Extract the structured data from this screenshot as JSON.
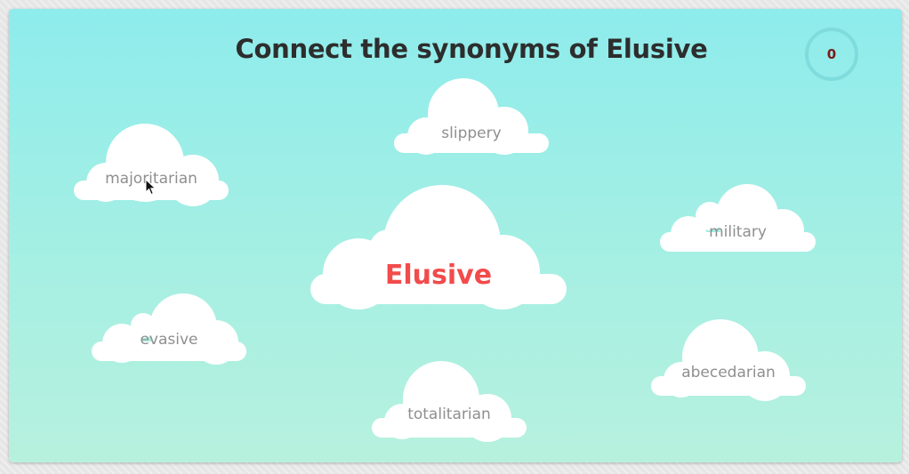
{
  "game": {
    "title": "Connect the synonyms of Elusive",
    "score": "0",
    "center_word": "Elusive"
  },
  "options": [
    {
      "id": "slippery",
      "label": "slippery"
    },
    {
      "id": "majoritarian",
      "label": "majoritarian"
    },
    {
      "id": "military",
      "label": "military"
    },
    {
      "id": "evasive",
      "label": "evasive"
    },
    {
      "id": "abecedarian",
      "label": "abecedarian"
    },
    {
      "id": "totalitarian",
      "label": "totalitarian"
    }
  ],
  "colors": {
    "board_top": "#8eecec",
    "board_bottom": "#b7f1de",
    "title_text": "#2d2d2d",
    "center_word": "#f24b4b",
    "option_text": "#8f8f8f",
    "score_ring": "#7fdcdc",
    "cloud_fill": "#ffffff"
  },
  "icons": {
    "cursor": "mouse-pointer-icon"
  }
}
